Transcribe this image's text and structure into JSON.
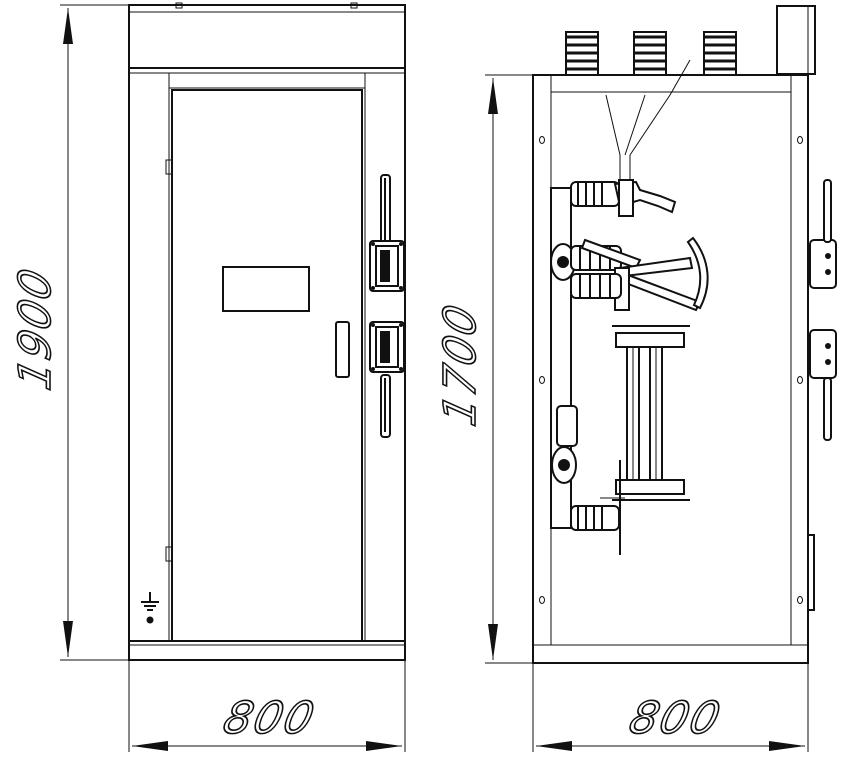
{
  "front_view": {
    "height_dimension": "1900",
    "width_dimension": "800"
  },
  "side_view": {
    "height_dimension": "1700",
    "width_dimension": "800"
  },
  "symbols": {
    "ground": "ground-icon"
  },
  "colors": {
    "line": "#111111",
    "background": "#ffffff"
  }
}
